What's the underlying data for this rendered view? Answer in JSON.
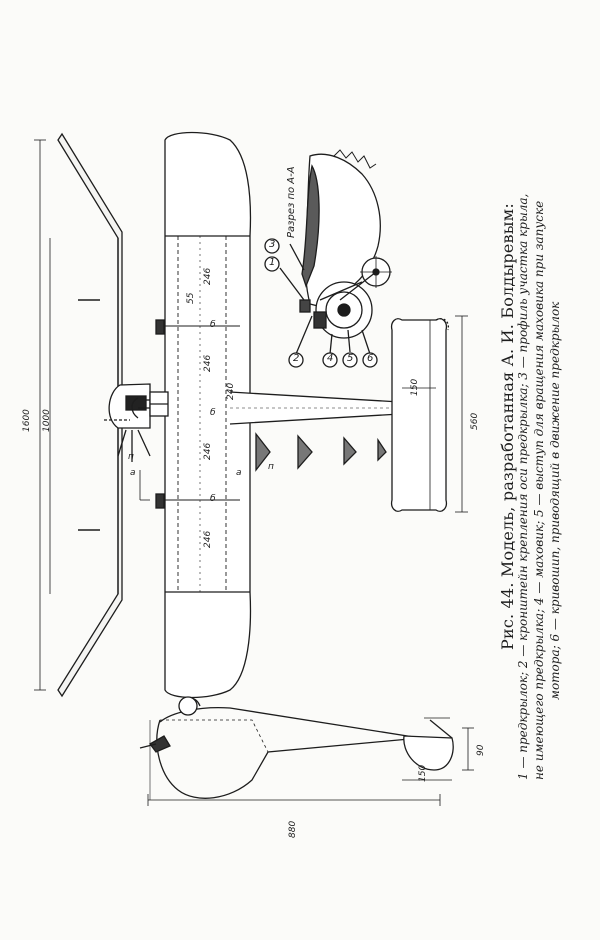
{
  "caption": {
    "title": "Рис. 44. Модель, разработанная А. И. Болдыревым:",
    "line1": "1 — предкрылок; 2 — кронштейн крепления оси предкрылка; 3 — профиль участка крыла,",
    "line2": "не имеющего предкрылка; 4 — маховик; 5 — выступ для вращения маховика при запуске",
    "line3": "мотора; 6 — кривошип, приводящий в движение предкрылок"
  },
  "dimensions": {
    "span": "1600",
    "span_inner": "1000",
    "length": "880",
    "tail_span": "560",
    "tail_chord": "150",
    "wing_offset": "240",
    "slat_gap": "55",
    "seg1": "246",
    "seg2": "246",
    "seg3": "246",
    "seg4": "246",
    "stab_chord": "150",
    "stab_height": "90",
    "b1": "б",
    "b2": "б",
    "b3": "б",
    "a1": "а",
    "a2": "а",
    "n1": "п",
    "n2": "п"
  },
  "section_label": "Разрез по А-А",
  "callouts": [
    "1",
    "2",
    "3",
    "4",
    "5",
    "6"
  ]
}
